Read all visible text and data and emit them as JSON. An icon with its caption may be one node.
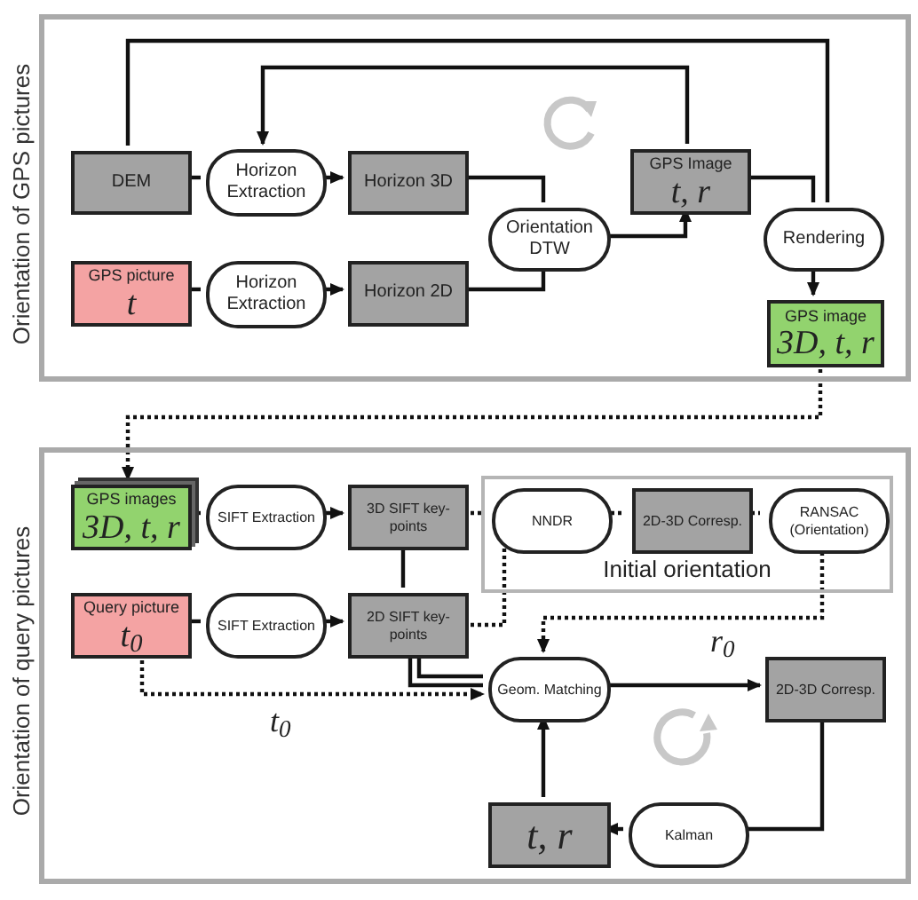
{
  "diagram": {
    "nodes": [
      {
        "text": [
          "Orientation of GPS pictures"
        ]
      },
      {
        "text": [
          "DEM"
        ],
        "in": 0
      },
      {
        "text": [
          "Horizon Extraction"
        ],
        "in": 0
      },
      {
        "text": [
          "Horizon 3D"
        ],
        "in": 0
      },
      {
        "text": [
          "GPS picture",
          "t"
        ],
        "in": 0
      },
      {
        "text": [
          "Horizon Extraction"
        ],
        "in": 0
      },
      {
        "text": [
          "Horizon 2D"
        ],
        "in": 0
      },
      {
        "text": [
          "Orientation DTW"
        ],
        "in": 0
      },
      {
        "text": [
          "GPS Image",
          "t, r"
        ],
        "in": 0
      },
      {
        "text": [
          "Rendering"
        ],
        "in": 0
      },
      {
        "text": [
          "GPS image",
          "3D, t, r"
        ],
        "in": 0
      },
      {
        "text": [
          "Orientation of query pictures"
        ]
      },
      {
        "text": [
          "GPS images",
          "3D, t, r"
        ],
        "in": 11
      },
      {
        "text": [
          "SIFT Extraction"
        ],
        "in": 11
      },
      {
        "text": [
          "3D SIFT key-points"
        ],
        "in": 11
      },
      {
        "text": [
          "Initial orientation"
        ],
        "in": 11
      },
      {
        "text": [
          "NNDR"
        ],
        "in": 15
      },
      {
        "text": [
          "2D-3D Corresp."
        ],
        "in": 15
      },
      {
        "text": [
          "RANSAC (Orientation)"
        ],
        "in": 15
      },
      {
        "text": [
          "Query picture",
          "t$_{0}$"
        ],
        "in": 11
      },
      {
        "text": [
          "SIFT Extraction"
        ],
        "in": 11
      },
      {
        "text": [
          "2D SIFT key-points"
        ],
        "in": 11
      },
      {
        "text": [
          "Geom. Matching"
        ],
        "in": 11
      },
      {
        "text": [
          "2D-3D Corresp."
        ],
        "in": 11
      },
      {
        "text": [
          "t, r"
        ],
        "in": 11
      },
      {
        "text": [
          "Kalman"
        ],
        "in": 11
      }
    ],
    "edges": [
      {
        "from": 1,
        "to": 2,
        "arrow": "none"
      },
      {
        "from": 2,
        "to": 3,
        "arrow": "to"
      },
      {
        "from": 3,
        "to": 7,
        "arrow": "none"
      },
      {
        "from": 4,
        "to": 5,
        "arrow": "none"
      },
      {
        "from": 5,
        "to": 6,
        "arrow": "to"
      },
      {
        "from": 6,
        "to": 7,
        "arrow": "none"
      },
      {
        "from": 7,
        "to": 8,
        "arrow": "to"
      },
      {
        "from": 8,
        "to": 9,
        "arrow": "none"
      },
      {
        "from": 9,
        "to": 10,
        "arrow": "to"
      },
      {
        "from": 8,
        "to": 2,
        "arrow": "to"
      },
      {
        "from": 1,
        "to": 9,
        "arrow": "none"
      },
      {
        "from": 10,
        "to": 12,
        "arrow": "to",
        "style": "dashed"
      },
      {
        "from": 12,
        "to": 13,
        "arrow": "none"
      },
      {
        "from": 13,
        "to": 14,
        "arrow": "to"
      },
      {
        "from": 14,
        "to": 16,
        "arrow": "none",
        "style": "dashed"
      },
      {
        "from": 16,
        "to": 17,
        "arrow": "none",
        "style": "dashed"
      },
      {
        "from": 17,
        "to": 18,
        "arrow": "none",
        "style": "dashed"
      },
      {
        "from": 14,
        "to": 21,
        "arrow": "none"
      },
      {
        "from": 19,
        "to": 20,
        "arrow": "none"
      },
      {
        "from": 20,
        "to": 21,
        "arrow": "to"
      },
      {
        "from": 21,
        "to": 16,
        "arrow": "none",
        "style": "dashed"
      },
      {
        "from": 18,
        "to": 22,
        "arrow": "to",
        "style": "dashed",
        "label": "r$_{0}$"
      },
      {
        "from": 19,
        "to": 22,
        "arrow": "to",
        "style": "dashed",
        "label": "t$_{0}$"
      },
      {
        "from": 21,
        "to": 22,
        "arrow": "none"
      },
      {
        "from": 21,
        "to": 22,
        "arrow": "none"
      },
      {
        "from": 22,
        "to": 23,
        "arrow": "to"
      },
      {
        "from": 23,
        "to": 25,
        "arrow": "none"
      },
      {
        "from": 25,
        "to": 24,
        "arrow": "to"
      },
      {
        "from": 24,
        "to": 22,
        "arrow": "to"
      }
    ]
  }
}
